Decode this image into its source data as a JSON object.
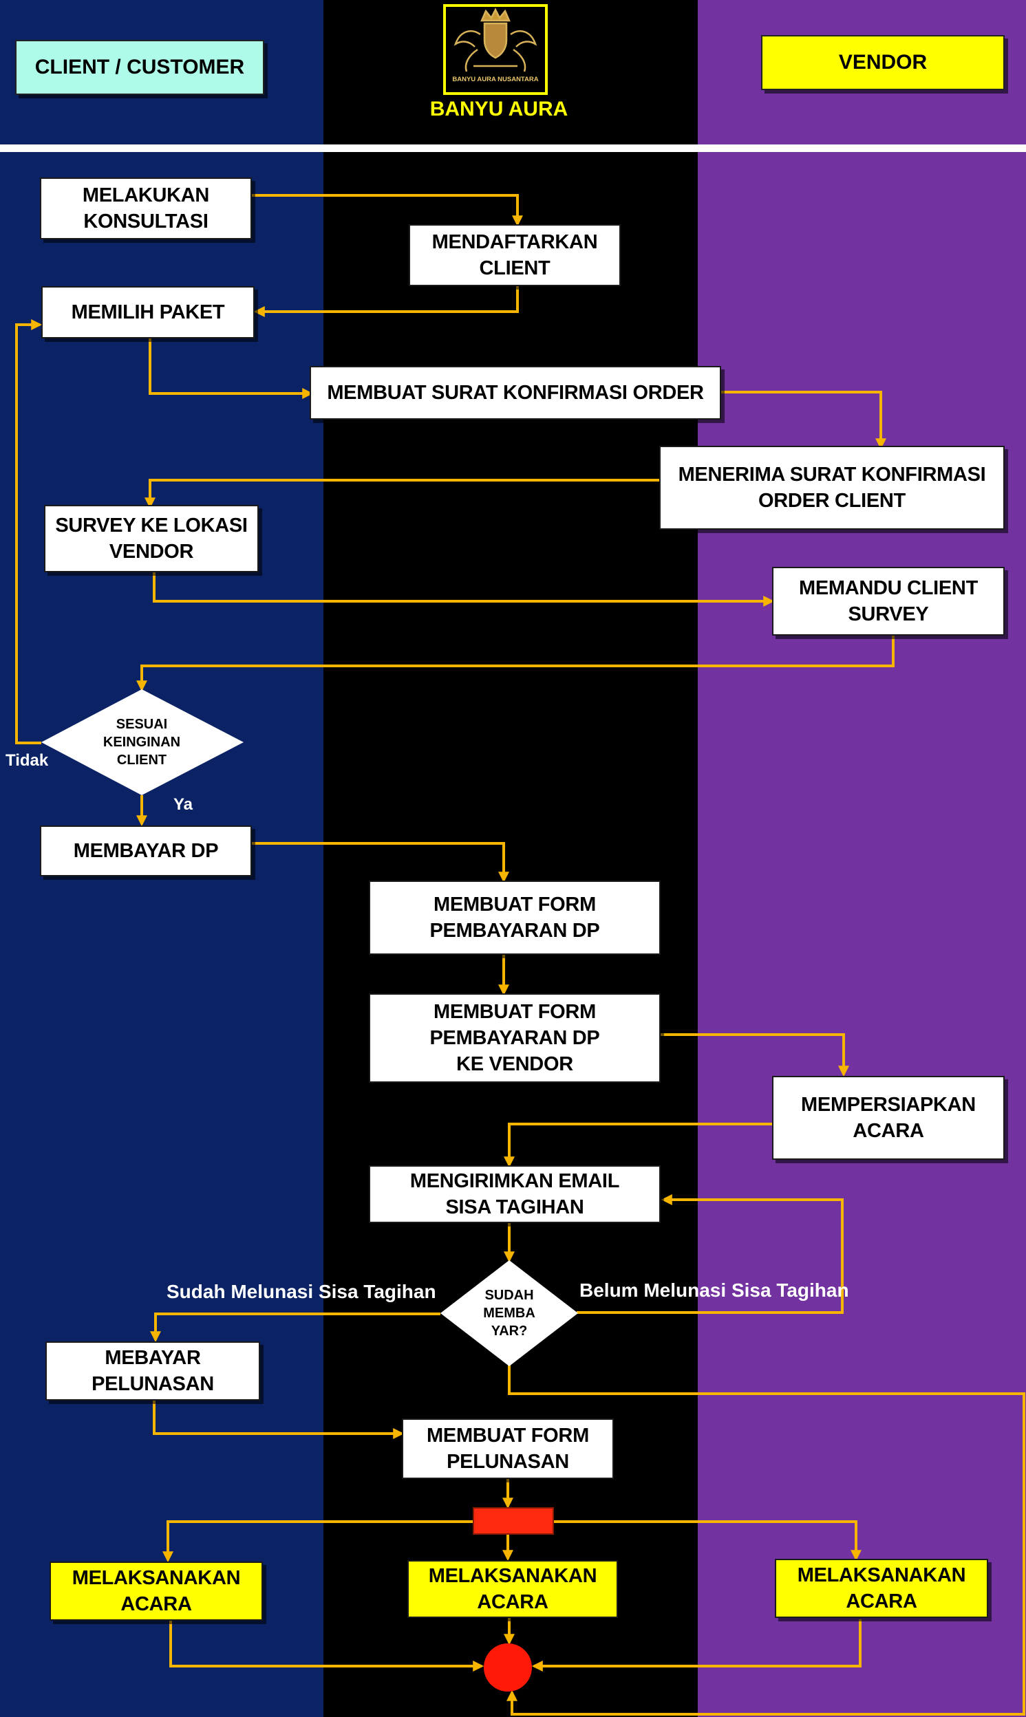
{
  "lanes": {
    "client": "CLIENT / CUSTOMER",
    "company": "BANYU AURA",
    "vendor": "VENDOR"
  },
  "logo": {
    "text": "BANYU AURA NUSANTARA",
    "icon": "crown-shield-logo-icon"
  },
  "steps": {
    "konsultasi": "MELAKUKAN\nKONSULTASI",
    "mendaftarkan": "MENDAFTARKAN\nCLIENT",
    "memilih_paket": "MEMILIH PAKET",
    "surat_konfirmasi": "MEMBUAT SURAT KONFIRMASI ORDER",
    "menerima_surat": "MENERIMA SURAT KONFIRMASI\nORDER CLIENT",
    "survey": "SURVEY KE LOKASI\nVENDOR",
    "memandu": "MEMANDU CLIENT\nSURVEY",
    "membayar_dp": "MEMBAYAR DP",
    "form_dp": "MEMBUAT FORM\nPEMBAYARAN  DP",
    "form_dp_vendor": "MEMBUAT FORM\nPEMBAYARAN  DP\nKE VENDOR",
    "mempersiapkan": "MEMPERSIAPKAN\nACARA",
    "email_tagihan": "MENGIRIMKAN EMAIL\nSISA TAGIHAN",
    "pelunasan": "MEBAYAR\nPELUNASAN",
    "form_pelunasan": "MEMBUAT FORM\nPELUNASAN",
    "acara_client": "MELAKSANAKAN\nACARA",
    "acara_company": "MELAKSANAKAN\nACARA",
    "acara_vendor": "MELAKSANAKAN\nACARA"
  },
  "decisions": {
    "sesuai": "SESUAI\nKEINGINAN\nCLIENT",
    "sudah_membayar": "SUDAH\nMEMBA\nYAR?"
  },
  "labels": {
    "tidak": "Tidak",
    "ya": "Ya",
    "sudah_melunasi": "Sudah Melunasi Sisa Tagihan",
    "belum_melunasi": "Belum Melunasi Sisa Tagihan"
  },
  "colors": {
    "client_lane": "#0b2364",
    "company_lane": "#000000",
    "vendor_lane": "#7232a0",
    "connector": "#f7b500",
    "highlight": "#ffff00",
    "fork_bar": "#ff2a10",
    "end_node": "#ff1a08"
  }
}
